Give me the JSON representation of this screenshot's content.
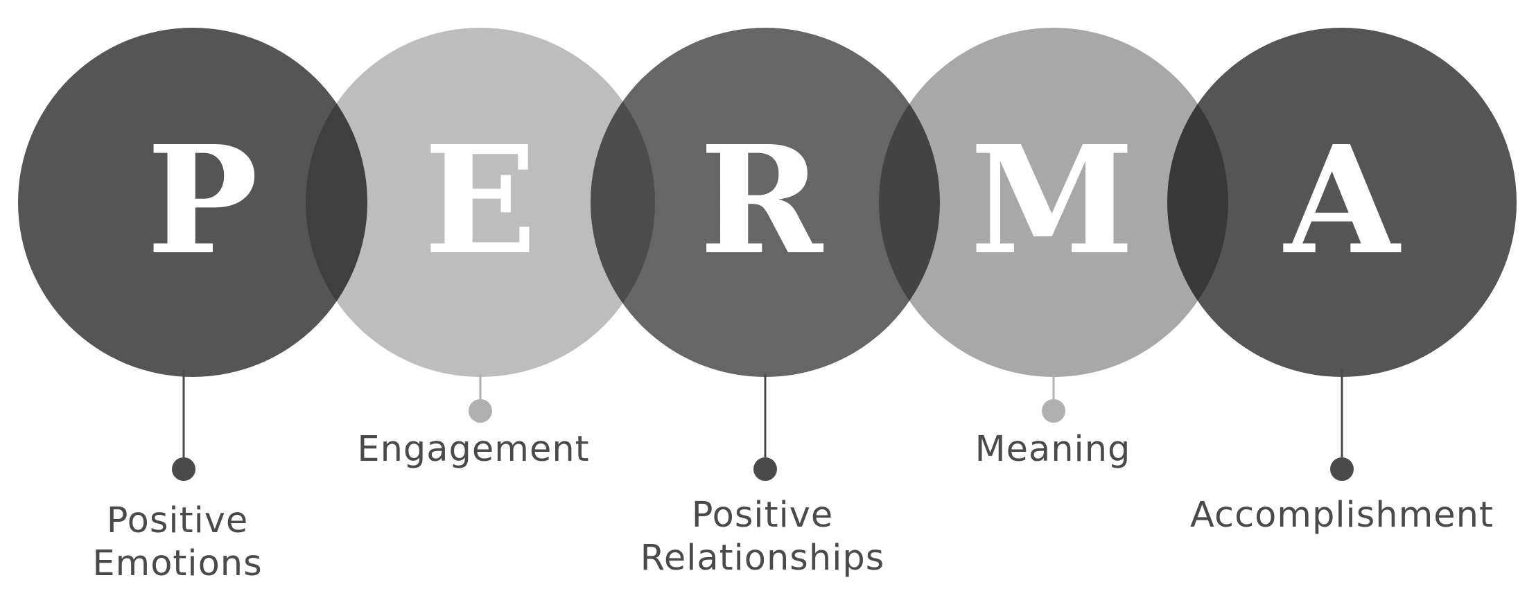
{
  "colors": {
    "background": "#ffffff",
    "dark_circle": "#555555",
    "light_circle": "#bdbdbd",
    "mid_circle": "#666666",
    "pale_circle": "#a8a8a8",
    "connector_dark": "#4a4a4a",
    "connector_light": "#b0b0b0"
  },
  "perma": {
    "items": [
      {
        "letter": "P",
        "label_lines": [
          "Positive",
          "Emotions"
        ]
      },
      {
        "letter": "E",
        "label_lines": [
          "Engagement"
        ]
      },
      {
        "letter": "R",
        "label_lines": [
          "Positive",
          "Relationships"
        ]
      },
      {
        "letter": "M",
        "label_lines": [
          "Meaning"
        ]
      },
      {
        "letter": "A",
        "label_lines": [
          "Accomplishment"
        ]
      }
    ]
  }
}
